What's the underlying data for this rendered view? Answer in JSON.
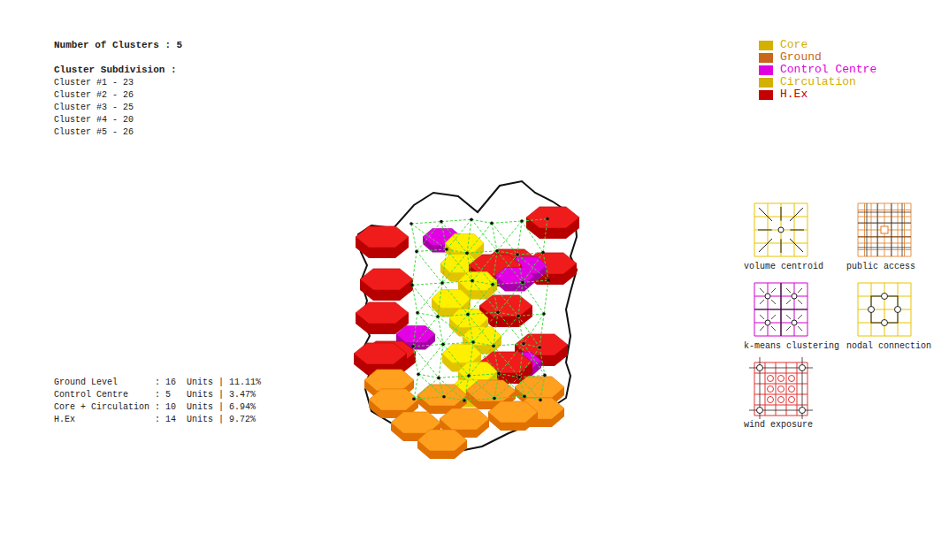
{
  "diagram": {
    "labels": [
      "Number of Clusters : 5",
      "Cluster Subdivision :",
      "Cluster #1 - 23",
      "Cluster #2 - 26",
      "Cluster #3 - 25",
      "Cluster #4 - 20",
      "Cluster #5 - 26",
      "Ground Level       : 16  Units | 11.11%",
      "Control Centre     : 5   Units | 3.47%",
      "Core + Circulation : 10  Units | 6.94%",
      "H.Ex               : 14  Units | 9.72%",
      "volume centroid",
      "public access",
      "k-means clustering",
      "nodal connection",
      "wind exposure"
    ],
    "legend": [
      {
        "text": "Core",
        "color": "#d4b000"
      },
      {
        "text": "Ground",
        "color": "#c8661c"
      },
      {
        "text": "Control Centre",
        "color": "#e000e0"
      },
      {
        "text": "Circulation",
        "color": "#d4b000"
      },
      {
        "text": "H.Ex",
        "color": "#c40000"
      }
    ]
  }
}
